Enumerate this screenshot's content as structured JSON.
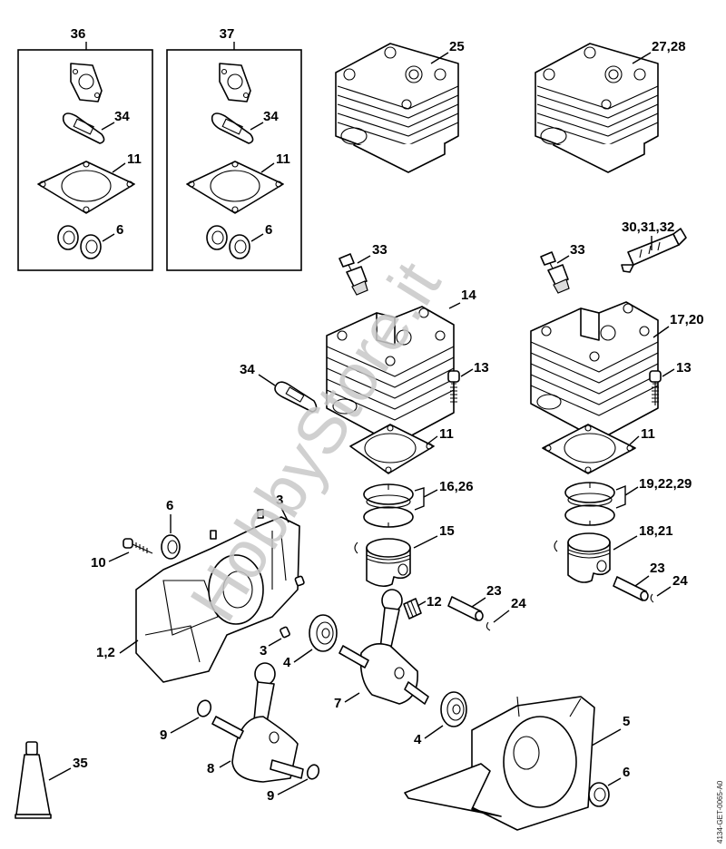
{
  "diagram": {
    "title": "Cylinder, Piston, Crankcase exploded parts view",
    "watermark": "HobbyStore.it",
    "document_code": "4134-GET-0065-A0",
    "colors": {
      "line": "#000000",
      "background": "#ffffff",
      "watermark": "#c8c8c8"
    }
  },
  "kits": [
    {
      "label": "36",
      "contents": [
        "34",
        "11",
        "6"
      ]
    },
    {
      "label": "37",
      "contents": [
        "34",
        "11",
        "6"
      ]
    }
  ],
  "callouts": {
    "kit36_34": "34",
    "kit36_11": "11",
    "kit36_6": "6",
    "kit37_34": "34",
    "kit37_11": "11",
    "kit37_6": "6",
    "cyl_top_left": "25",
    "cyl_top_right": "27,28",
    "decomp_left": "33",
    "decomp_right": "33",
    "spark_plug": "30,31,32",
    "cyl_mid_left": "14",
    "cyl_mid_right": "17,20",
    "muffler_gasket": "34",
    "screw_left": "13",
    "screw_right": "13",
    "gasket_left": "11",
    "gasket_right": "11",
    "rings_left": "16,26",
    "rings_right": "19,22,29",
    "piston_left": "15",
    "piston_right": "18,21",
    "needle_bearing": "12",
    "pin_left": "23",
    "clip_left": "24",
    "pin_right": "23",
    "clip_right": "24",
    "seal_crankcase": "6",
    "screw_crankcase": "10",
    "dowel_top": "3",
    "crankcase_half": "1,2",
    "dowel_bottom": "3",
    "bearing_left": "4",
    "crankshaft_upper": "7",
    "bearing_right": "4",
    "crankcase_cover": "5",
    "seal_cover": "6",
    "oring_upper": "9",
    "crankshaft_lower": "8",
    "oring_lower": "9",
    "grease_tube": "35"
  }
}
